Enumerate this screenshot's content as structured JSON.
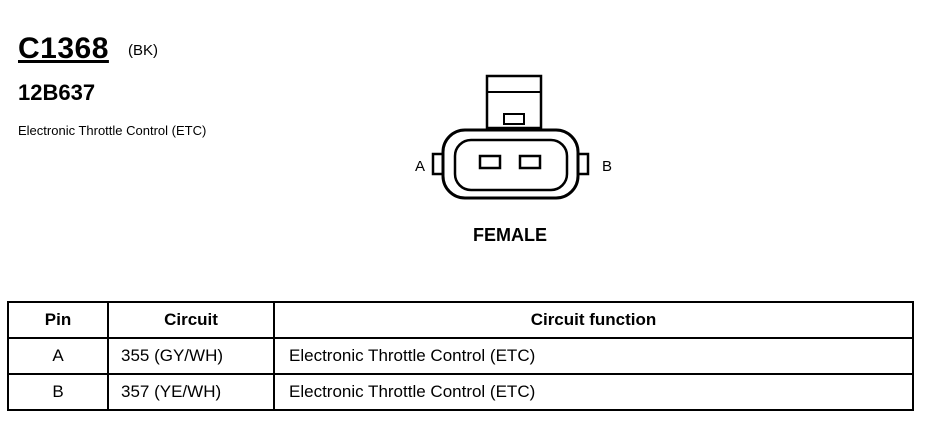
{
  "connector": {
    "id": "C1368",
    "color": "(BK)",
    "part_number": "12B637",
    "description": "Electronic Throttle Control (ETC)",
    "gender": "FEMALE",
    "side_labels": {
      "left": "A",
      "right": "B"
    }
  },
  "table": {
    "headers": {
      "pin": "Pin",
      "circuit": "Circuit",
      "function": "Circuit function"
    },
    "rows": [
      {
        "pin": "A",
        "circuit": "355 (GY/WH)",
        "function": "Electronic Throttle Control (ETC)"
      },
      {
        "pin": "B",
        "circuit": "357 (YE/WH)",
        "function": "Electronic Throttle Control (ETC)"
      }
    ]
  }
}
